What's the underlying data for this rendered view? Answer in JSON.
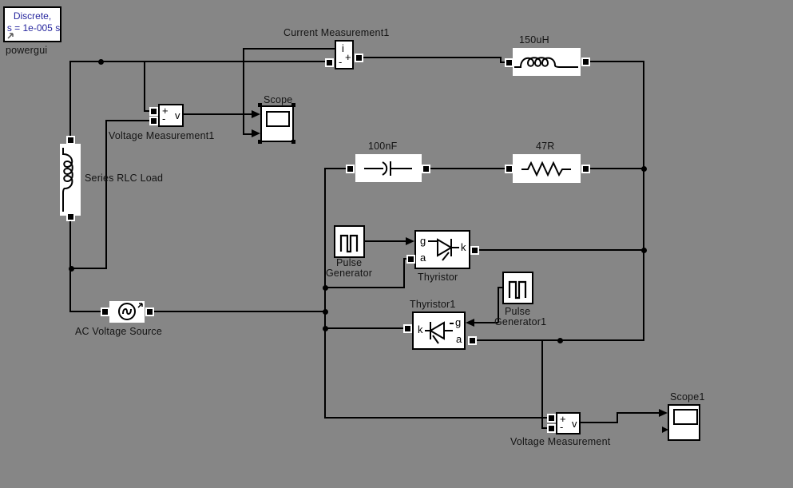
{
  "app": {
    "background": "#868686",
    "wire_color": "#000000",
    "block_fill": "#ffffff",
    "powergui_text_color": "#26269E"
  },
  "powergui": {
    "line1": "Discrete,",
    "line2": "s = 1e-005 s",
    "label": "powergui"
  },
  "blocks": {
    "current_measurement1": {
      "label": "Current Measurement1",
      "port_i": "i",
      "port_plus": "+",
      "port_minus": "-"
    },
    "inductor_150uH": {
      "label": "150uH"
    },
    "scope": {
      "label": "Scope"
    },
    "voltage_measurement1": {
      "label": "Voltage Measurement1",
      "port_plus": "+",
      "port_minus": "-",
      "port_v": "v"
    },
    "series_rlc_load": {
      "label": "Series RLC Load"
    },
    "capacitor_100nF": {
      "label": "100nF"
    },
    "resistor_47R": {
      "label": "47R"
    },
    "pulse_generator": {
      "label_line1": "Pulse",
      "label_line2": "Generator"
    },
    "thyristor": {
      "label": "Thyristor",
      "port_g": "g",
      "port_a": "a",
      "port_k": "k"
    },
    "thyristor1": {
      "label": "Thyristor1",
      "port_g": "g",
      "port_a": "a",
      "port_k": "k"
    },
    "pulse_generator1": {
      "label_line1": "Pulse",
      "label_line2": "Generator1"
    },
    "ac_voltage_source": {
      "label": "AC Voltage Source"
    },
    "voltage_measurement": {
      "label": "Voltage Measurement",
      "port_plus": "+",
      "port_minus": "-",
      "port_v": "v"
    },
    "scope1": {
      "label": "Scope1"
    }
  }
}
